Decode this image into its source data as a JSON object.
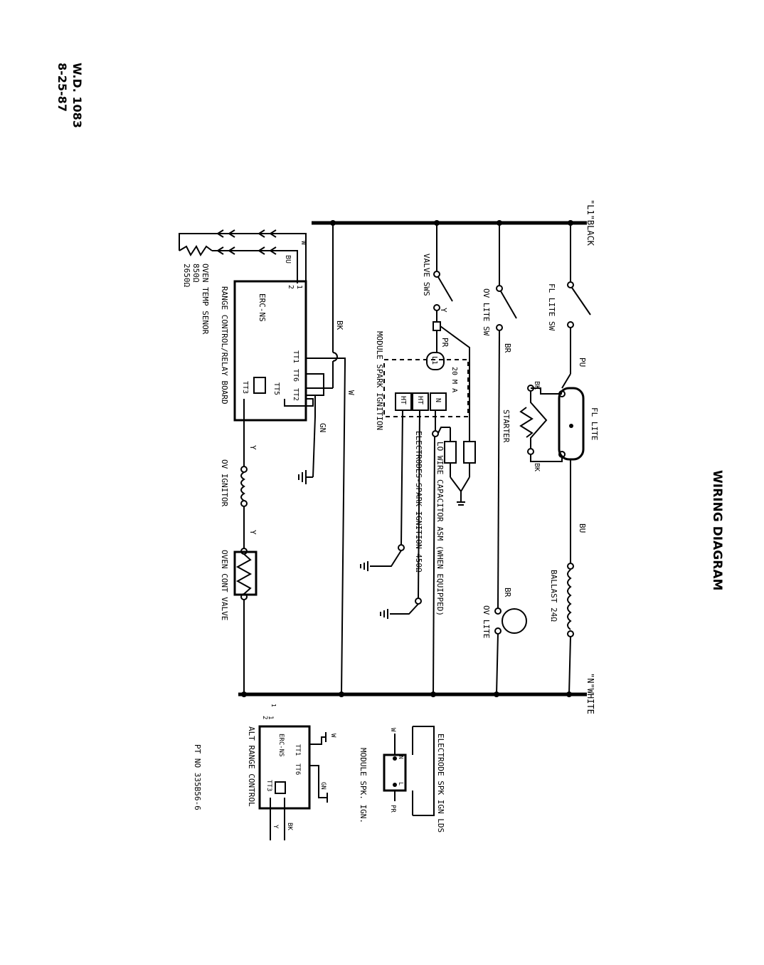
{
  "header": {
    "doc_number": "W.D. 1083",
    "date": "8-25-87",
    "title": "WIRING DIAGRAM"
  },
  "lines": {
    "l1": "\"L1\"BLACK",
    "n": "\"N\"WHITE"
  },
  "wire_colors": {
    "bk": "BK",
    "w": "W",
    "y": "Y",
    "pr": "PR",
    "br": "BR",
    "pu": "PU",
    "bu": "BU",
    "gn": "GN"
  },
  "components": {
    "fl_lite_sw": "FL LITE SW",
    "ov_lite_sw": "OV LITE SW",
    "valve_sws": "VALVE SWS",
    "fl_lite": "FL LITE",
    "starter": "STARTER",
    "ballast": "BALLAST 24Ω",
    "ov_lite": "OV LITE",
    "range_control": "RANGE CONTROL/RELAY BOARD",
    "erc": "ERC-NS",
    "oven_temp_sensor": "OVEN TEMP SENOR",
    "sensor_r1": "850Ω",
    "sensor_r2": "2650Ω",
    "ov_ignitor": "OV IGNITOR",
    "oven_cont_valve": "OVEN CONT VALVE",
    "module_spark": "MODULE SPARK IGNITION",
    "ma": "20 M A",
    "electrodes": "ELECTRODES-SPARK IGNITION 450Ω",
    "lo_wire": "LO WIRE CAPACITOR ASM (WHEN EQUIPPED)",
    "alt_range": "ALT RANGE CONTROL",
    "module_spk": "MODULE SPK. IGN.",
    "electrode_spk": "ELECTRODE SPK IGN LDS",
    "pt_no": "PT NO 335B56-6"
  },
  "terminals": {
    "t1": "1",
    "t2": "2",
    "tt1": "TT1",
    "tt6": "TT6",
    "tt2": "TT2",
    "tt5": "TT5",
    "tt3": "TT3",
    "l1": "L1",
    "n": "N",
    "ht": "HT",
    "alt_tt1": "TT1",
    "alt_tt6": "TT6",
    "alt_tt3": "TT3",
    "m_n": "N",
    "m_l": "L"
  }
}
